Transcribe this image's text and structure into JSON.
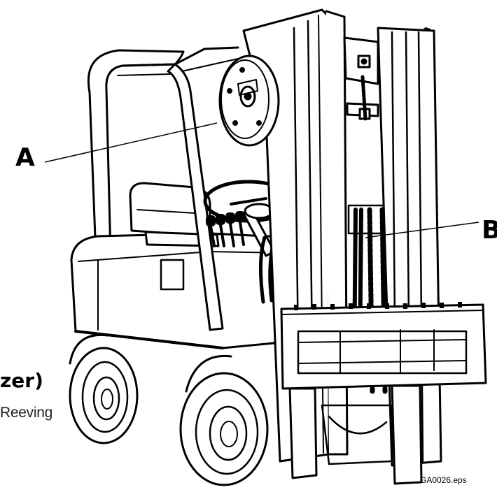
{
  "labels": {
    "a": "A",
    "b": "B"
  },
  "caption": {
    "title_fragment": "zer)",
    "subtitle_fragment": "Reeving"
  },
  "file_id": "GA0026.eps"
}
